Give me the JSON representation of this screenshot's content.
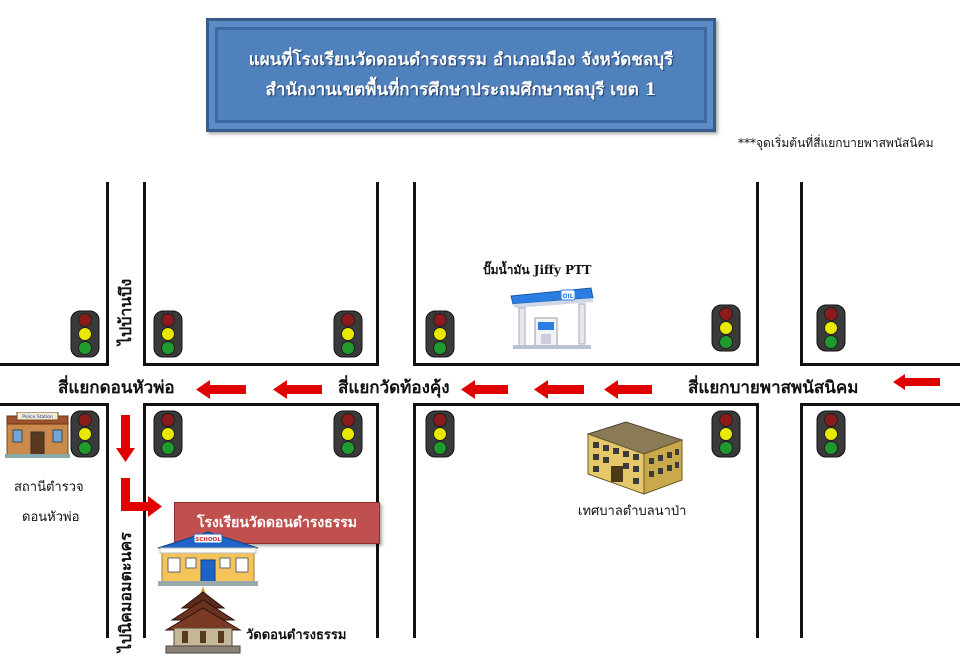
{
  "title": {
    "line1": "แผนที่โรงเรียนวัดดอนดำรงธรรม  อำเภอเมือง จังหวัดชลบุรี",
    "line2": "สำนักงานเขตพื้นที่การศึกษาประถมศึกษาชลบุรี เขต 1"
  },
  "note": "***จุดเริ่มต้นที่สี่แยกบายพาสพนัสนิคม",
  "intersections": {
    "don_hua_pho": "สี่แยกดอนหัวพ่อ",
    "wat_thong_khung": "สี่แยกวัดท้องคุ้ง",
    "bypass_phanat_nikhom": "สี่แยกบายพาสพนัสนิคม"
  },
  "roads": {
    "to_ban_bueng": "ไปบ้านบึง",
    "to_nikhom_amata": "ไปนิคมอมตะนคร"
  },
  "landmarks": {
    "gas_station": "ปั๊มน้ำมัน Jiffy PTT",
    "police_station_line1": "สถานีตำรวจ",
    "police_station_line2": "ดอนหัวพ่อ",
    "police_sign": "Police Station",
    "municipality": "เทศบาลตำบลนาป่า",
    "school": "โรงเรียนวัดดอนดำรงธรรม",
    "school_sign": "SCHOOL",
    "temple": "วัดดอนดำรงธรรม",
    "oil_sign": "OIL"
  },
  "colors": {
    "title_bg": "#4f81bd",
    "route_arrow": "#e00000",
    "school_banner": "#c0504d",
    "road": "#111111"
  }
}
